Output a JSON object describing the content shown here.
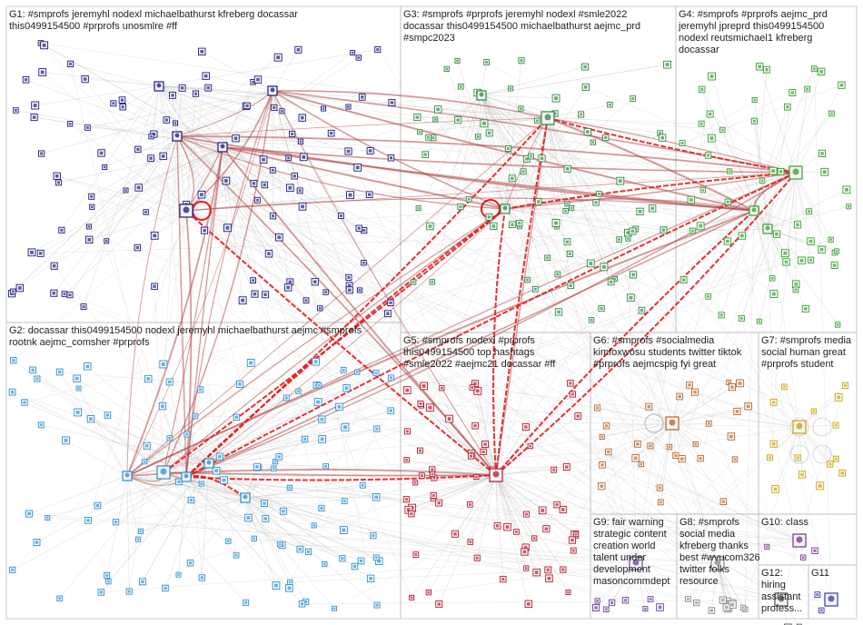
{
  "graph_title": "",
  "colors": {
    "panel_border": "#bdbdbd",
    "edge_gray": "#a0a0a0",
    "edge_red": "#b24646",
    "edge_bright": "#e41a1c"
  },
  "groups": [
    {
      "id": "G1",
      "lines": [
        "G1: #smprofs jeremyhl nodexl michaelbathurst kfreberg docassar",
        "this0499154500 #prprofs unosmlre #ff"
      ],
      "node_color": "#1a1a7a"
    },
    {
      "id": "G2",
      "lines": [
        "G2: docassar this0499154500 nodexl jeremyhl michaelbathurst aejmc #smprofs",
        "rootnk aejmc_comsher #prprofs"
      ],
      "node_color": "#2a8fd0"
    },
    {
      "id": "G3",
      "lines": [
        "G3: #smprofs #prprofs jeremyhl nodexl #smle2022",
        "docassar this0499154500 michaelbathurst aejmc_prd",
        "#smpc2023"
      ],
      "node_color": "#2d8a3e"
    },
    {
      "id": "G4",
      "lines": [
        "G4: #smprofs #prprofs aejmc_prd",
        "jeremyhl jpreprd this0499154500",
        "nodexl reutsmichael1 kfreberg",
        "docassar"
      ],
      "node_color": "#33a02c"
    },
    {
      "id": "G5",
      "lines": [
        "G5: #smprofs nodexl #prprofs",
        "this0499154500 top hashtags",
        "#smle2022 #aejmc21 docassar #ff"
      ],
      "node_color": "#b2182b"
    },
    {
      "id": "G6",
      "lines": [
        "G6: #smprofs #socialmedia",
        "kimfoxwosu students twitter tiktok",
        "#prprofs aejmcspig fyi great"
      ],
      "node_color": "#b5652a"
    },
    {
      "id": "G7",
      "lines": [
        "G7: #smprofs media",
        "social human great",
        "#prprofs student"
      ],
      "node_color": "#c9a000"
    },
    {
      "id": "G8",
      "lines": [
        "G8: #smprofs",
        "social media",
        "kfreberg thanks",
        "best #wvucom326",
        "twitter folks",
        "resource"
      ],
      "node_color": "#888888"
    },
    {
      "id": "G9",
      "lines": [
        "G9: fair warning",
        "strategic content",
        "creation world",
        "talent under",
        "development",
        "masoncommdept"
      ],
      "node_color": "#6a3d9a"
    },
    {
      "id": "G10",
      "lines": [
        "G10: class"
      ],
      "node_color": "#7b2f8a"
    },
    {
      "id": "G11",
      "lines": [
        "G11"
      ],
      "node_color": "#3a3aa0"
    },
    {
      "id": "G12",
      "lines": [
        "G12:",
        "hiring",
        "assistant",
        "profess..."
      ],
      "node_color": "#555555"
    }
  ],
  "chart_data": {
    "type": "network",
    "clusters": [
      "G1",
      "G2",
      "G3",
      "G4",
      "G5",
      "G6",
      "G7",
      "G8",
      "G9",
      "G10",
      "G11",
      "G12"
    ],
    "approx_vertex_counts": {
      "G1": 120,
      "G2": 110,
      "G3": 85,
      "G4": 60,
      "G5": 70,
      "G6": 30,
      "G7": 16,
      "G8": 12,
      "G9": 8,
      "G10": 3,
      "G11": 2,
      "G12": 2
    }
  }
}
